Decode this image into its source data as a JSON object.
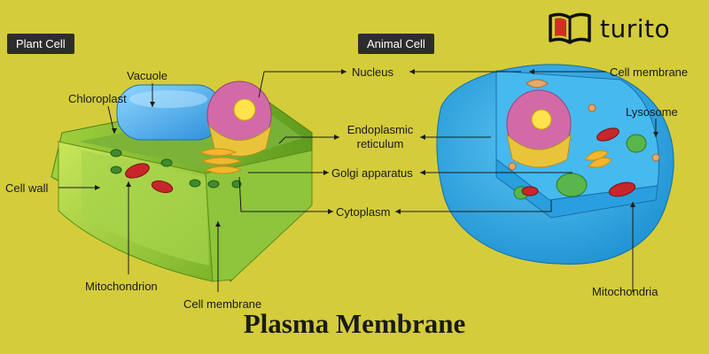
{
  "brand": {
    "name": "turito",
    "colors": {
      "accent": "#d22f1e",
      "ink": "#111111"
    },
    "icon": "book-icon"
  },
  "title": "Plasma Membrane",
  "plant": {
    "heading": "Plant Cell",
    "labels": {
      "vacuole": "Vacuole",
      "chloroplast": "Chloroplast",
      "cell_wall": "Cell wall",
      "mitochondrion": "Mitochondrion",
      "cell_membrane": "Cell membrane"
    }
  },
  "animal": {
    "heading": "Animal Cell",
    "labels": {
      "cell_membrane": "Cell membrane",
      "lysosome": "Lysosome",
      "mitochondria": "Mitochondria"
    }
  },
  "shared": {
    "nucleus": "Nucleus",
    "er_line1": "Endoplasmic",
    "er_line2": "reticulum",
    "golgi": "Golgi apparatus",
    "cytoplasm": "Cytoplasm"
  },
  "colors": {
    "background": "#d4cc3b",
    "plant_green": "#8cc63f",
    "animal_blue": "#2fa9e6",
    "nucleus_pink": "#d36aa8",
    "nucleolus_yellow": "#ffe34d",
    "mitochondria_red": "#c8262a"
  }
}
